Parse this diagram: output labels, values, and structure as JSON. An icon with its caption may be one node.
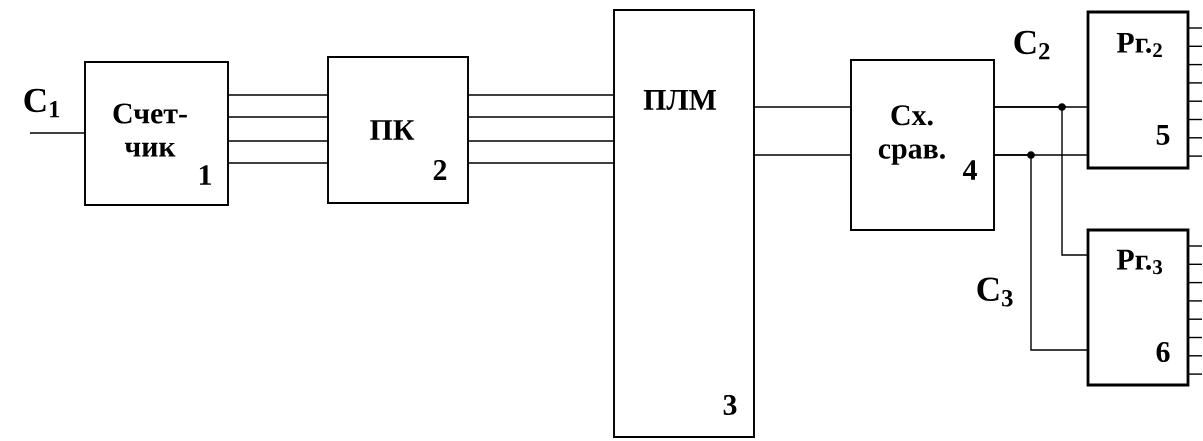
{
  "diagram": {
    "nodes": [
      {
        "text": [
          "Счет- чик",
          "1"
        ]
      },
      {
        "text": [
          "ПК",
          "2"
        ]
      },
      {
        "text": [
          "ПЛМ",
          "3"
        ]
      },
      {
        "text": [
          "Сх. срав.",
          "4"
        ]
      },
      {
        "text": [
          "Рг.$_{2}$",
          "5"
        ]
      },
      {
        "text": [
          "Рг.$_{3}$",
          "6"
        ]
      }
    ],
    "edges": [
      {
        "from": null,
        "to": 0,
        "arrow": "none"
      },
      {
        "from": 0,
        "to": 1,
        "arrow": "none"
      },
      {
        "from": 0,
        "to": 1,
        "arrow": "none"
      },
      {
        "from": 0,
        "to": 1,
        "arrow": "none"
      },
      {
        "from": 0,
        "to": 1,
        "arrow": "none"
      },
      {
        "from": 1,
        "to": 2,
        "arrow": "none"
      },
      {
        "from": 1,
        "to": 2,
        "arrow": "none"
      },
      {
        "from": 1,
        "to": 2,
        "arrow": "none"
      },
      {
        "from": 1,
        "to": 2,
        "arrow": "none"
      },
      {
        "from": 2,
        "to": 3,
        "arrow": "none"
      },
      {
        "from": 2,
        "to": 3,
        "arrow": "none"
      },
      {
        "from": 3,
        "to": 4,
        "arrow": "none"
      },
      {
        "from": 3,
        "to": 4,
        "arrow": "none"
      },
      {
        "from": 3,
        "to": 5,
        "arrow": "none"
      },
      {
        "from": 3,
        "to": 5,
        "arrow": "none"
      },
      {
        "from": 4,
        "to": null,
        "arrow": "none"
      },
      {
        "from": 4,
        "to": null,
        "arrow": "none"
      },
      {
        "from": 4,
        "to": null,
        "arrow": "none"
      },
      {
        "from": 4,
        "to": null,
        "arrow": "none"
      },
      {
        "from": 4,
        "to": null,
        "arrow": "none"
      },
      {
        "from": 4,
        "to": null,
        "arrow": "none"
      },
      {
        "from": 4,
        "to": null,
        "arrow": "none"
      },
      {
        "from": 4,
        "to": null,
        "arrow": "none"
      },
      {
        "from": 5,
        "to": null,
        "arrow": "none"
      },
      {
        "from": 5,
        "to": null,
        "arrow": "none"
      },
      {
        "from": 5,
        "to": null,
        "arrow": "none"
      },
      {
        "from": 5,
        "to": null,
        "arrow": "none"
      },
      {
        "from": 5,
        "to": null,
        "arrow": "none"
      },
      {
        "from": 5,
        "to": null,
        "arrow": "none"
      },
      {
        "from": 5,
        "to": null,
        "arrow": "none"
      },
      {
        "from": 5,
        "to": null,
        "arrow": "none"
      }
    ],
    "labels": [
      "С$_{1}$",
      "С$_{2}$",
      "С$_{3}$"
    ]
  }
}
